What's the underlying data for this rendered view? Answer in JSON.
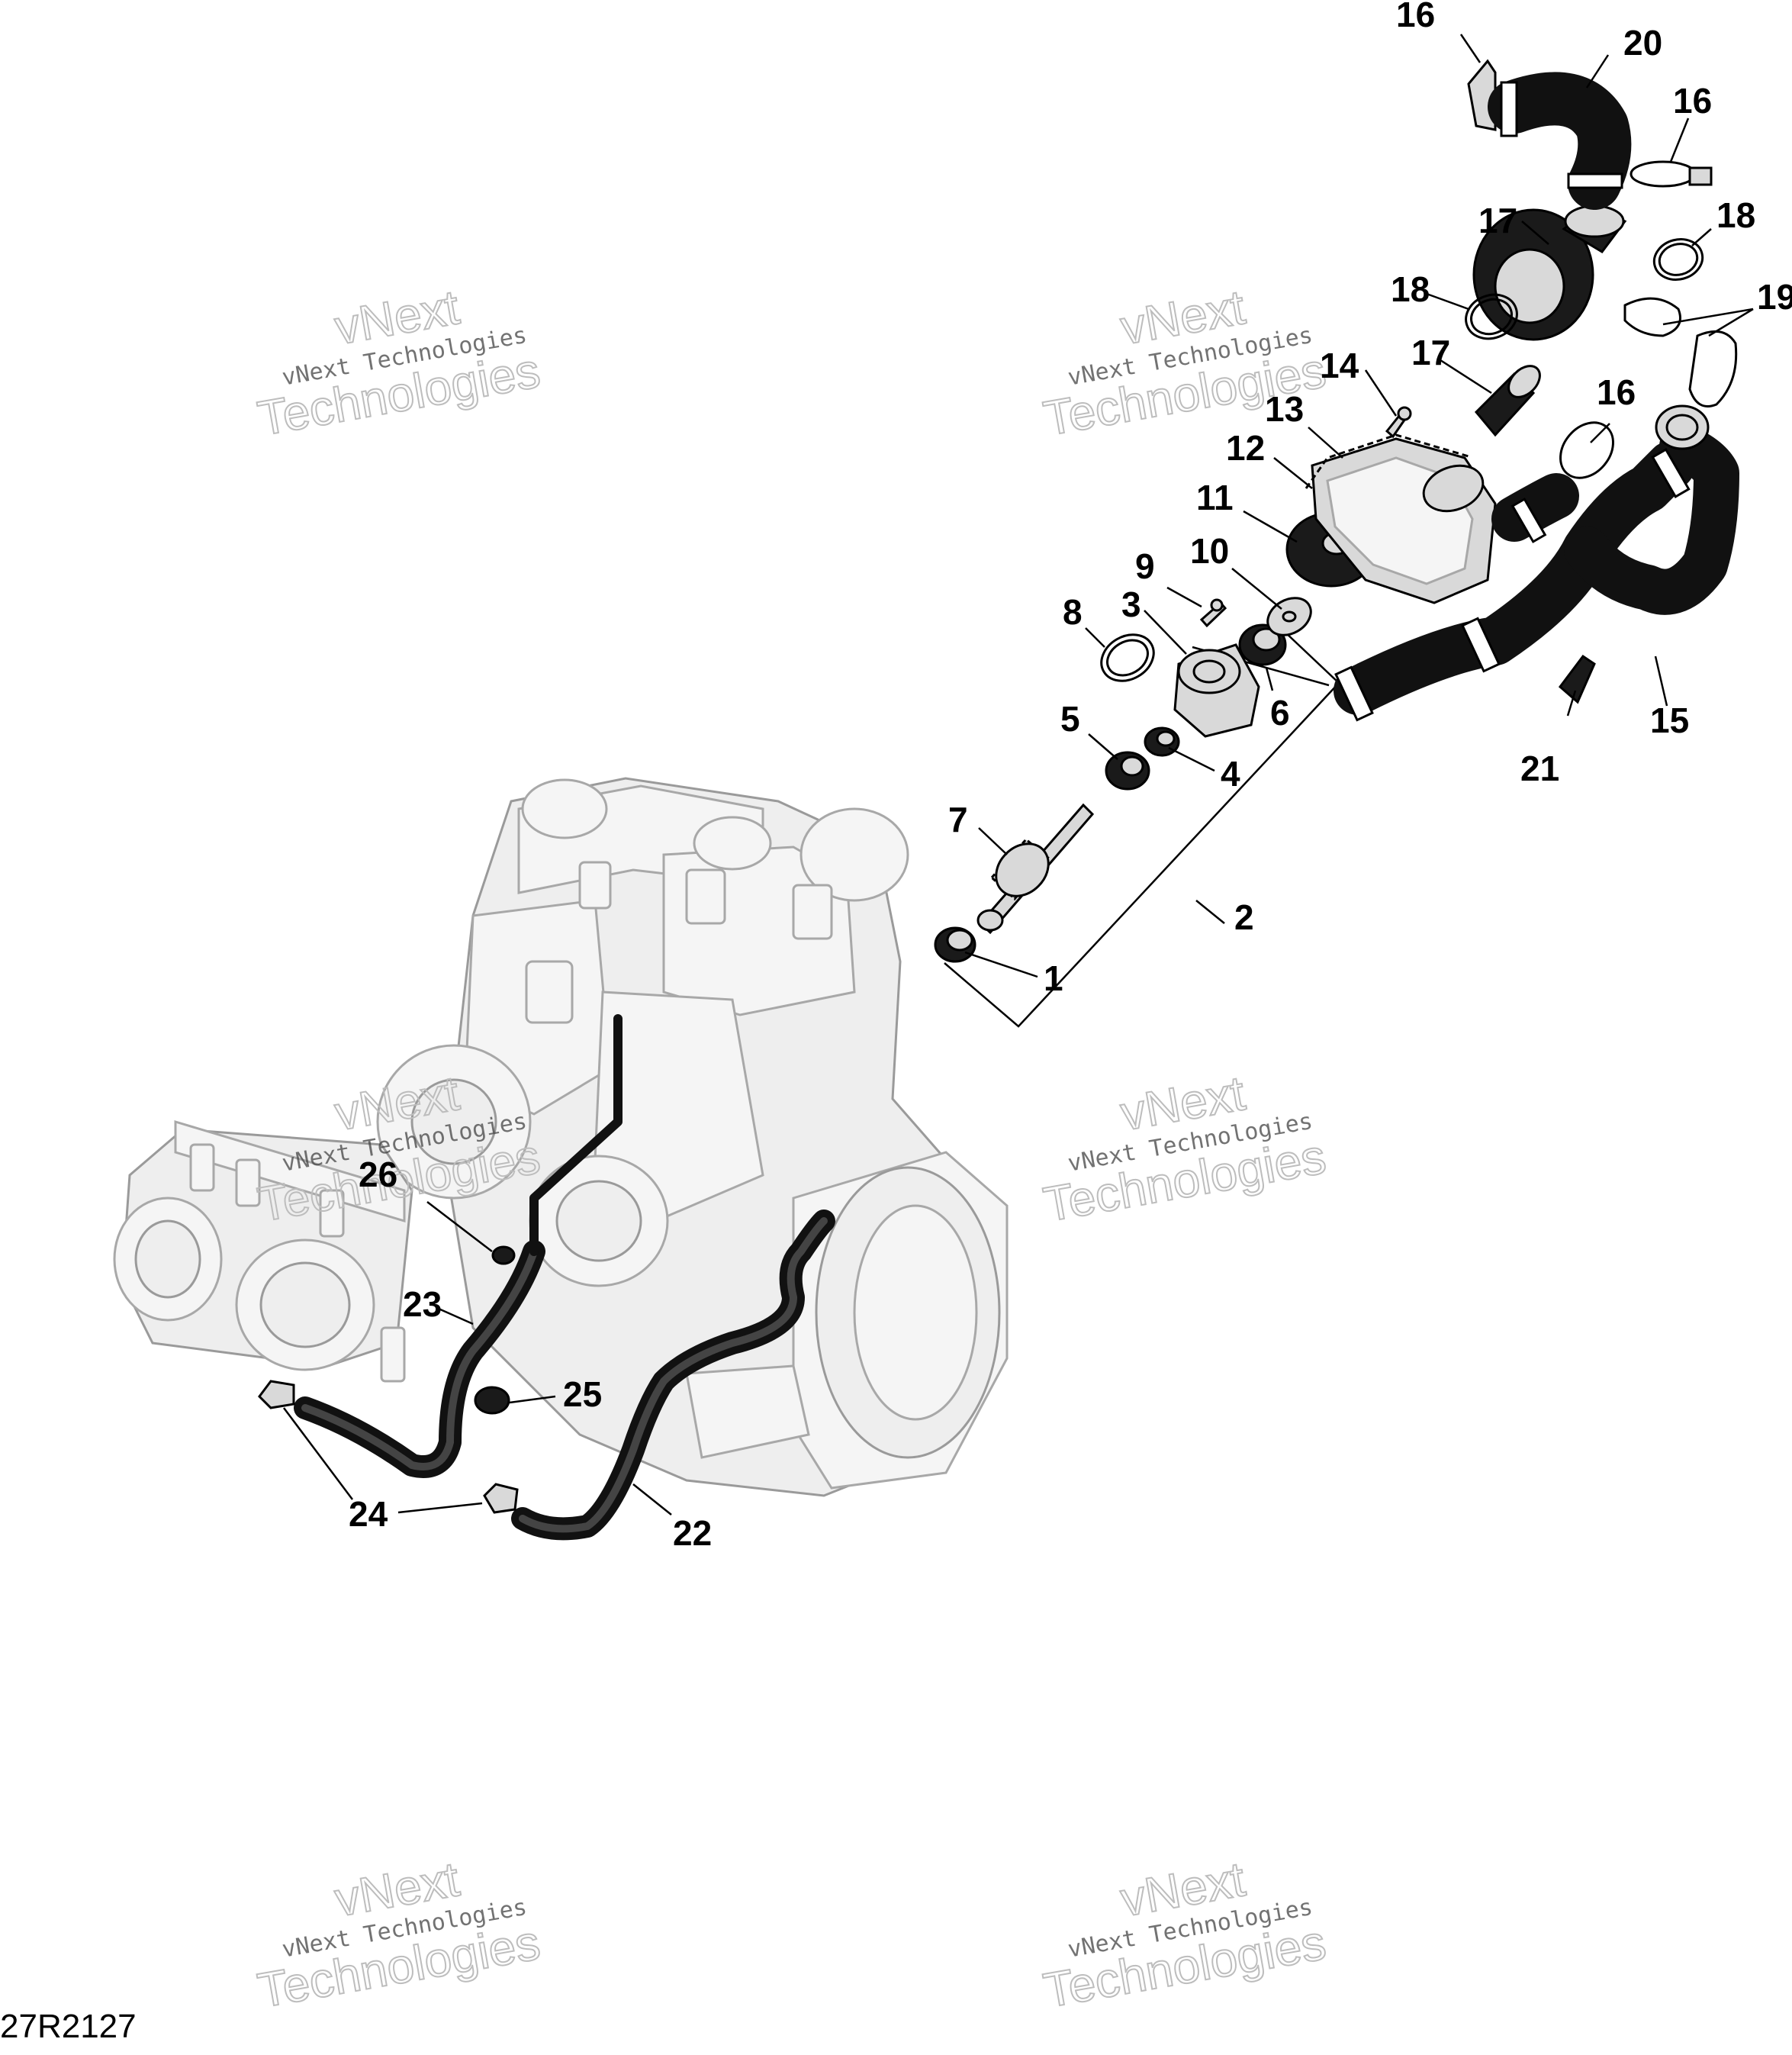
{
  "diagram": {
    "reference_code": "27R2127",
    "watermark": {
      "line1": "vNext Technologies",
      "line2": "vNext",
      "line3": "Technologies"
    },
    "callouts": [
      "1",
      "2",
      "3",
      "4",
      "5",
      "6",
      "7",
      "8",
      "9",
      "10",
      "11",
      "12",
      "13",
      "14",
      "15",
      "16",
      "16",
      "16",
      "17",
      "17",
      "18",
      "18",
      "19",
      "20",
      "21",
      "22",
      "23",
      "24",
      "25",
      "26"
    ],
    "colors": {
      "ink": "#000000",
      "ghost_engine": "#9a9a9a",
      "hose": "#111111",
      "watermark": "#bdbdbd"
    }
  }
}
